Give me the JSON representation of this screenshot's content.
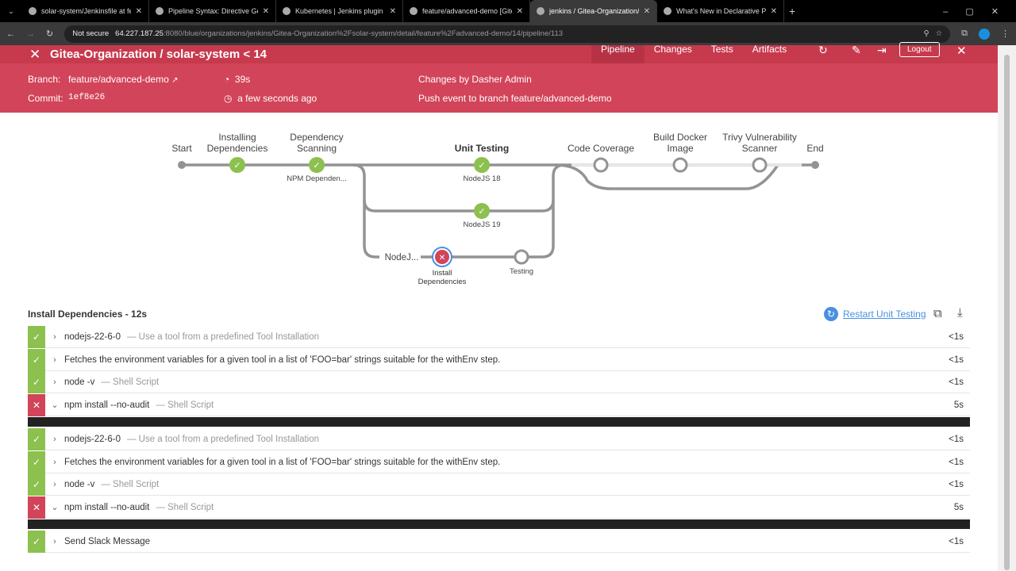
{
  "browser": {
    "tabs": [
      {
        "label": "solar-system/Jenkinsfile at feat"
      },
      {
        "label": "Pipeline Syntax: Directive Gene"
      },
      {
        "label": "Kubernetes | Jenkins plugin"
      },
      {
        "label": "feature/advanced-demo [Gitea"
      },
      {
        "label": "jenkins / Gitea-Organization/so",
        "active": true
      },
      {
        "label": "What's New in Declarative Pipe"
      }
    ],
    "security": "Not secure",
    "host": "64.227.187.25",
    "path": ":8080/blue/organizations/jenkins/Gitea-Organization%2Fsolar-system/detail/feature%2Fadvanced-demo/14/pipeline/113"
  },
  "header": {
    "title": "Gitea-Organization / solar-system",
    "run": "< 14",
    "nav": [
      "Pipeline",
      "Changes",
      "Tests",
      "Artifacts"
    ],
    "logout": "Logout"
  },
  "info": {
    "branch_label": "Branch:",
    "branch": "feature/advanced-demo",
    "commit_label": "Commit:",
    "commit": "1ef8e26",
    "duration": "39s",
    "time": "a few seconds ago",
    "changes": "Changes by Dasher Admin",
    "event": "Push event to branch feature/advanced-demo"
  },
  "graph": {
    "stages": [
      "Start",
      "Installing",
      "Dependencies",
      "Dependency",
      "Scanning",
      "Unit Testing",
      "Code Coverage",
      "Build Docker",
      "Image",
      "Trivy Vulnerability",
      "Scanner",
      "End"
    ],
    "branches": [
      "NPM Dependen...",
      "NodeJS 18",
      "NodeJS 19",
      "NodeJ...",
      "Install",
      "Dependencies",
      "Testing"
    ]
  },
  "steps": {
    "title": "Install Dependencies - 12s",
    "restart": "Restart Unit Testing",
    "rows": [
      {
        "name": "nodejs-22-6-0",
        "desc": "— Use a tool from a predefined Tool Installation",
        "dur": "<1s"
      },
      {
        "name": "Fetches the environment variables for a given tool in a list of 'FOO=bar' strings suitable for the withEnv step.",
        "desc": "",
        "dur": "<1s"
      },
      {
        "name": "node -v",
        "desc": "— Shell Script",
        "dur": "<1s"
      },
      {
        "name": "npm install --no-audit",
        "desc": "— Shell Script",
        "dur": "5s"
      },
      {
        "name": "nodejs-22-6-0",
        "desc": "— Use a tool from a predefined Tool Installation",
        "dur": "<1s"
      },
      {
        "name": "Fetches the environment variables for a given tool in a list of 'FOO=bar' strings suitable for the withEnv step.",
        "desc": "",
        "dur": "<1s"
      },
      {
        "name": "node -v",
        "desc": "— Shell Script",
        "dur": "<1s"
      },
      {
        "name": "npm install --no-audit",
        "desc": "— Shell Script",
        "dur": "5s"
      },
      {
        "name": "Send Slack Message",
        "desc": "",
        "dur": "<1s"
      }
    ]
  },
  "colors": {
    "success": "#8cc04f",
    "failure": "#d24459",
    "header": "#c73a4e"
  }
}
